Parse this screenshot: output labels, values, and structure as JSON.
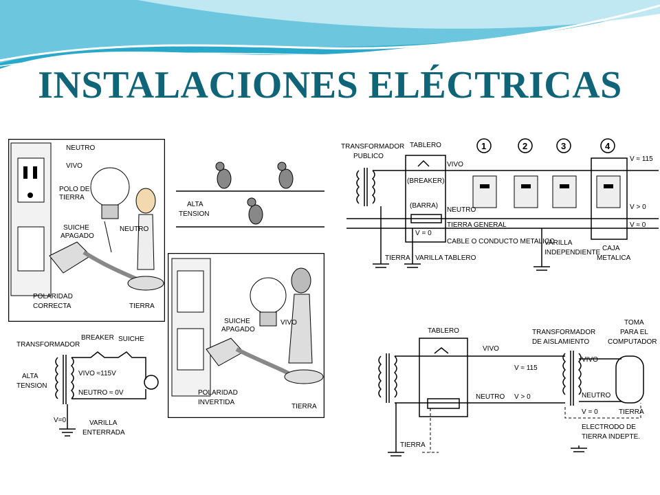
{
  "slide": {
    "title": "INSTALACIONES ELÉCTRICAS",
    "accent_color": "#0f6577",
    "wave_colors": [
      "#2aa8c9",
      "#8fd3e6",
      "#ffffff"
    ]
  },
  "panel_a": {
    "labels": {
      "neutro": "NEUTRO",
      "vivo": "VIVO",
      "polo_tierra_1": "POLO DE",
      "polo_tierra_2": "TIERRA",
      "suiche_1": "SUICHE",
      "suiche_2": "APAGADO",
      "neutro2": "NEUTRO",
      "polaridad_1": "POLARIDAD",
      "polaridad_2": "CORRECTA",
      "tierra": "TIERRA"
    }
  },
  "panel_b": {
    "labels": {
      "alta": "ALTA",
      "tension": "TENSION"
    }
  },
  "panel_c": {
    "labels": {
      "suiche_1": "SUICHE",
      "suiche_2": "APAGADO",
      "vivo": "VIVO",
      "polaridad_1": "POLARIDAD",
      "polaridad_2": "INVERTIDA",
      "tierra": "TIERRA"
    }
  },
  "panel_d": {
    "labels": {
      "transformador": "TRANSFORMADOR",
      "breaker": "BREAKER",
      "suiche": "SUICHE",
      "alta": "ALTA",
      "tension": "TENSION",
      "vivo": "VIVO ≈115V",
      "neutro": "NEUTRO ≈ 0V",
      "v0": "V=0",
      "varilla_1": "VARILLA",
      "varilla_2": "ENTERRADA"
    }
  },
  "panel_e": {
    "labels": {
      "transformador_1": "TRANSFORMADOR",
      "transformador_2": "PUBLICO",
      "tablero": "TABLERO",
      "breaker": "(BREAKER)",
      "barra": "(BARRA)",
      "v0": "V = 0",
      "vivo": "VIVO",
      "neutro": "NEUTRO",
      "tierra_general": "TIERRA GENERAL",
      "cable": "CABLE O CONDUCTO METALICO",
      "tierra": "TIERRA",
      "varilla_tablero": "VARILLA TABLERO",
      "varilla_ind_1": "VARILLA",
      "varilla_ind_2": "INDEPENDIENTE",
      "caja_1": "CAJA",
      "caja_2": "METALICA",
      "v115": "V ≈ 115",
      "vgt0": "V > 0",
      "vapprox0": "V ≈ 0",
      "n1": "1",
      "n2": "2",
      "n3": "3",
      "n4": "4"
    }
  },
  "panel_f": {
    "labels": {
      "tablero": "TABLERO",
      "vivo": "VIVO",
      "v115": "V ≈ 115",
      "neutro": "NEUTRO",
      "vgt0": "V > 0",
      "tierra": "TIERRA",
      "trans_1": "TRANSFORMADOR",
      "trans_2": "DE AISLAMIENTO",
      "toma_1": "TOMA",
      "toma_2": "PARA EL",
      "toma_3": "COMPUTADOR",
      "vivo2": "VIVO",
      "neutro2": "NEUTRO",
      "v0": "V = 0",
      "tierra2": "TIERRA",
      "electrodo_1": "ELECTRODO DE",
      "electrodo_2": "TIERRA INDEPTE."
    }
  }
}
